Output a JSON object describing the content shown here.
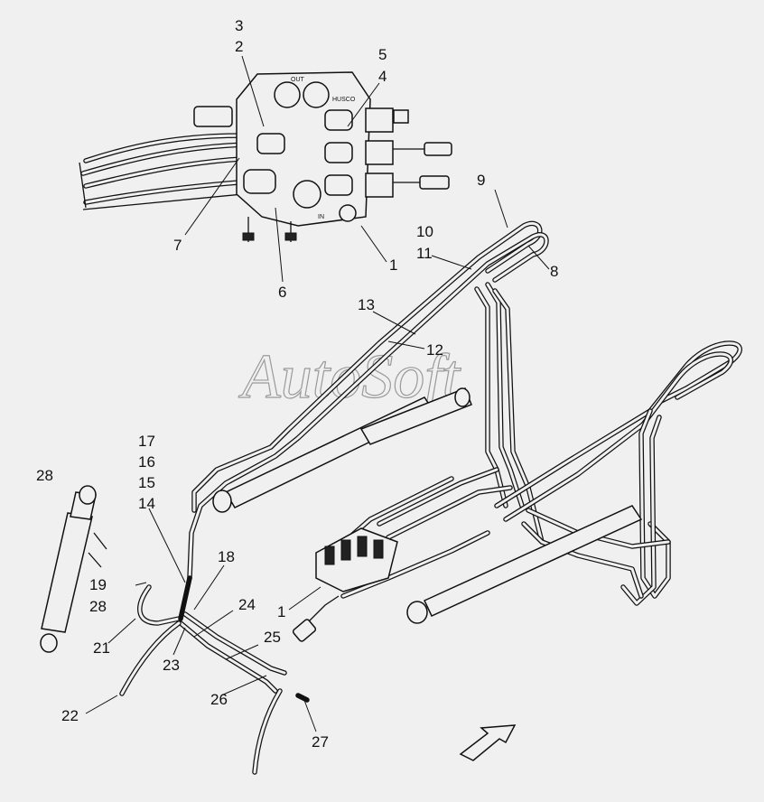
{
  "watermark": "AutoSoft",
  "valve_marks": {
    "out": "OUT",
    "brand": "HUSCO",
    "in": "IN"
  },
  "callouts": [
    {
      "id": "c3a",
      "text": "3"
    },
    {
      "id": "c2a",
      "text": "2"
    },
    {
      "id": "c5",
      "text": "5"
    },
    {
      "id": "c4",
      "text": "4"
    },
    {
      "id": "c7",
      "text": "7"
    },
    {
      "id": "c6",
      "text": "6"
    },
    {
      "id": "c1a",
      "text": "1"
    },
    {
      "id": "c9",
      "text": "9"
    },
    {
      "id": "c10",
      "text": "10"
    },
    {
      "id": "c11",
      "text": "11"
    },
    {
      "id": "c8",
      "text": "8"
    },
    {
      "id": "c13",
      "text": "13"
    },
    {
      "id": "c12",
      "text": "12"
    },
    {
      "id": "c17",
      "text": "17"
    },
    {
      "id": "c16",
      "text": "16"
    },
    {
      "id": "c15",
      "text": "15"
    },
    {
      "id": "c14",
      "text": "14"
    },
    {
      "id": "c28a",
      "text": "28"
    },
    {
      "id": "c18",
      "text": "18"
    },
    {
      "id": "c19",
      "text": "19"
    },
    {
      "id": "c28b",
      "text": "28"
    },
    {
      "id": "c24",
      "text": "24"
    },
    {
      "id": "c1b",
      "text": "1"
    },
    {
      "id": "c25",
      "text": "25"
    },
    {
      "id": "c21",
      "text": "21"
    },
    {
      "id": "c23",
      "text": "23"
    },
    {
      "id": "c26",
      "text": "26"
    },
    {
      "id": "c22",
      "text": "22"
    },
    {
      "id": "c27",
      "text": "27"
    }
  ]
}
